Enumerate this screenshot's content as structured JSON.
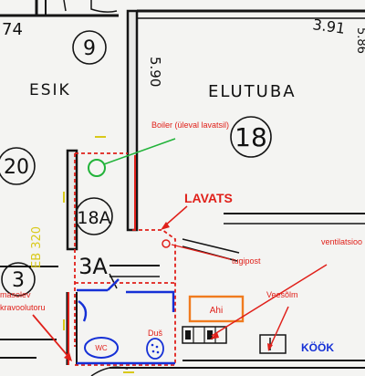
{
  "rooms": {
    "esik": "ESIK",
    "elutuba": "ELUTUBA",
    "kook": "KÖÖK"
  },
  "room_numbers": {
    "n9": "9",
    "n18": "18",
    "n20": "20",
    "n18a": "18A",
    "n3": "3",
    "n3a": "3A"
  },
  "dimensions": {
    "d74": "74",
    "d391": "3.91",
    "d586": "5.86",
    "d590": "5.90",
    "d320": "EB 320"
  },
  "labels": {
    "lavats": "LAVATS",
    "boiler": "Boiler (üleval lavatsil)",
    "tugipost": "tugipost",
    "ventilatsioon": "ventilatsioo",
    "veesolm": "Veesõlm",
    "ahi": "Ahi",
    "wc": "WC",
    "duss": "Duš",
    "masolev": "masolev",
    "kravoolutoru": "kravoolutoru"
  },
  "colors": {
    "red": "#e0201a",
    "green": "#22b33a",
    "blue": "#1530d6",
    "orange": "#f07b1e",
    "yellow": "#d9c91a",
    "ink": "#151515"
  }
}
